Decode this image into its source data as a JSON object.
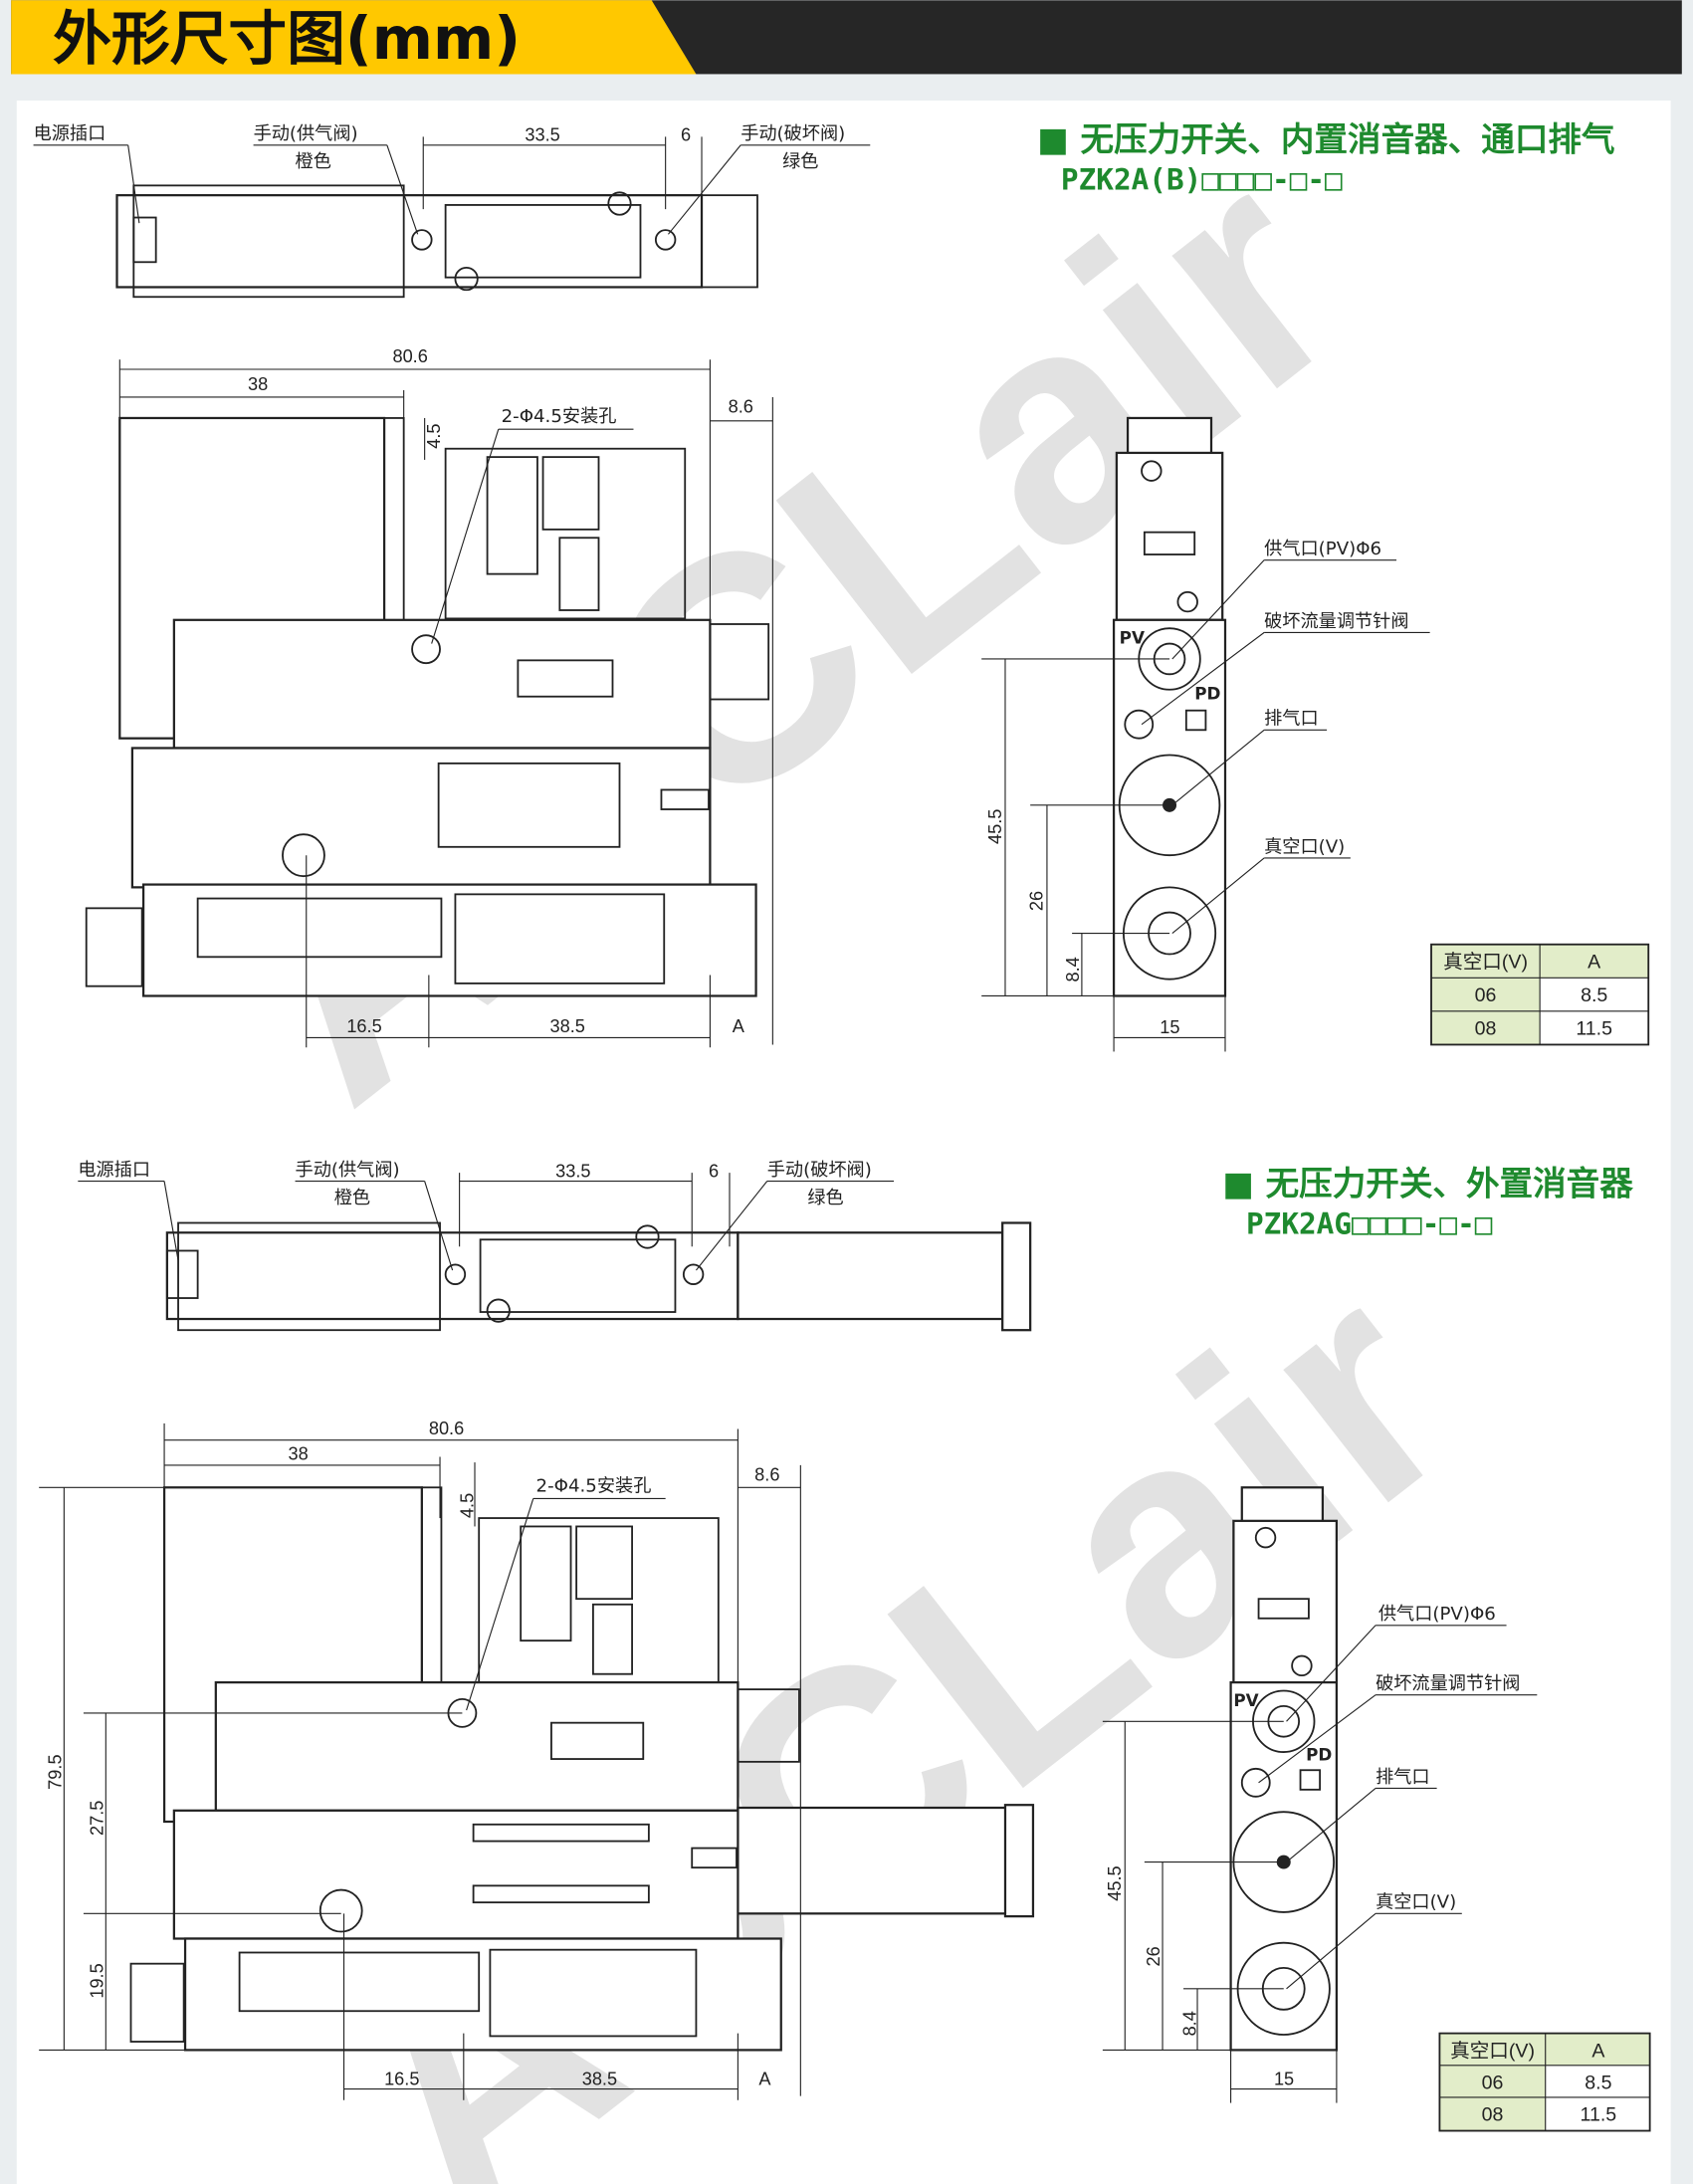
{
  "header": {
    "title": "外形尺寸图(mm)",
    "accent": "#ffc800",
    "dark": "#262626"
  },
  "watermark": "ACCLair",
  "section1": {
    "title": "■ 无压力开关、内置消音器、通口排气",
    "model": "PZK2A(B)□□□□-□-□",
    "top": {
      "power": "电源插口",
      "manual_supply": "手动(供气阀)",
      "orange": "橙色",
      "d1": "33.5",
      "d2": "6",
      "manual_break": "手动(破坏阀)",
      "green": "绿色"
    },
    "front": {
      "d_total": "80.6",
      "d_38": "38",
      "d_86": "8.6",
      "d_45": "4.5",
      "holes": "2-Φ4.5安装孔",
      "d_165": "16.5",
      "d_385": "38.5",
      "d_a": "A"
    },
    "side": {
      "supply": "供气口(PV)Φ6",
      "needle": "破坏流量调节针阀",
      "exhaust": "排气口",
      "vacuum": "真空口(V)",
      "pv": "PV",
      "pd": "PD",
      "d455": "45.5",
      "d26": "26",
      "d84": "8.4",
      "d15": "15"
    },
    "table": {
      "headers": [
        "真空口(V)",
        "A"
      ],
      "rows": [
        [
          "06",
          "8.5"
        ],
        [
          "08",
          "11.5"
        ]
      ]
    }
  },
  "section2": {
    "title": "■ 无压力开关、外置消音器",
    "model": "PZK2AG□□□□-□-□",
    "top": {
      "power": "电源插口",
      "manual_supply": "手动(供气阀)",
      "orange": "橙色",
      "d1": "33.5",
      "d2": "6",
      "manual_break": "手动(破坏阀)",
      "green": "绿色"
    },
    "front": {
      "d_total": "80.6",
      "d_38": "38",
      "d_86": "8.6",
      "d_45": "4.5",
      "holes": "2-Φ4.5安装孔",
      "d_795": "79.5",
      "d_275": "27.5",
      "d_195": "19.5",
      "d_165": "16.5",
      "d_385": "38.5",
      "d_a": "A"
    },
    "side": {
      "supply": "供气口(PV)Φ6",
      "needle": "破坏流量调节针阀",
      "exhaust": "排气口",
      "vacuum": "真空口(V)",
      "pv": "PV",
      "pd": "PD",
      "d455": "45.5",
      "d26": "26",
      "d84": "8.4",
      "d15": "15"
    },
    "table": {
      "headers": [
        "真空口(V)",
        "A"
      ],
      "rows": [
        [
          "06",
          "8.5"
        ],
        [
          "08",
          "11.5"
        ]
      ]
    }
  }
}
